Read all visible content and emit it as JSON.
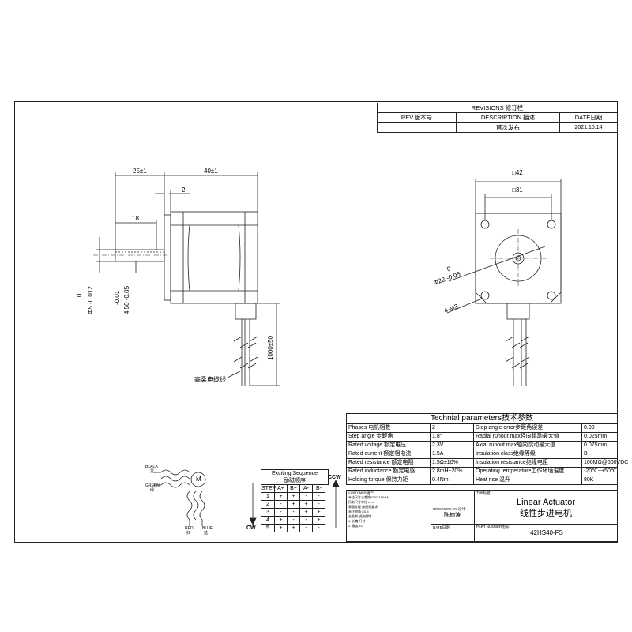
{
  "revisions": {
    "title": "REVISIONS 修订栏",
    "rev_header": "REV.版本号",
    "desc_header": "DESCRIPTION 描述",
    "date_header": "DATE日期",
    "rows": [
      {
        "rev": "",
        "desc": "首次发布",
        "date": "2021.10.14"
      }
    ]
  },
  "side_view": {
    "dim_25": "25±1",
    "dim_40": "40±1",
    "dim_2": "2",
    "dim_18": "18",
    "dim_shaft_a": "0",
    "dim_shaft_b": "Φ5 -0.012",
    "dim_flat_a": "-0.01",
    "dim_flat_b": "4.50 -0.05",
    "dim_cable": "1000±50",
    "cable_label": "高柔电缆线"
  },
  "front_view": {
    "dim_42": "□42",
    "dim_31": "□31",
    "dim_boss_a": "0",
    "dim_boss_b": "Φ22 -0.05",
    "hole_label": "4-M3"
  },
  "wiring": {
    "black": "BLACK",
    "black_cn": "黑",
    "green": "GREEN",
    "green_cn": "绿",
    "red": "RED",
    "red_cn": "红",
    "blue": "BLUE",
    "blue_cn": "蓝",
    "motor": "M"
  },
  "sequence": {
    "title": "Exciting Sequence",
    "title_cn": "励磁顺序",
    "headers": [
      "STEP",
      "A+",
      "B+",
      "A-",
      "B-"
    ],
    "rows": [
      [
        "1",
        "+",
        "+",
        "-",
        "-"
      ],
      [
        "2",
        "-",
        "+",
        "+",
        "-"
      ],
      [
        "3",
        "-",
        "-",
        "+",
        "+"
      ],
      [
        "4",
        "+",
        "-",
        "-",
        "+"
      ],
      [
        "5",
        "+",
        "+",
        "-",
        "-"
      ]
    ],
    "ccw": "CCW",
    "cw": "CW"
  },
  "params": {
    "title": "Technial parameters技术参数",
    "rows": [
      [
        "Phases 电机相数",
        "2",
        "Step angle error步距角误差",
        "0.09"
      ],
      [
        "Step angle 步距角",
        "1.8°",
        "Radial runout max径向跳动最大值",
        "0.025mm"
      ],
      [
        "Rated voltage 额定电压",
        "2.3V",
        "Axial runout max轴向跳动最大值",
        "0.075mm"
      ],
      [
        "Rated current 额定相电流",
        "1.5A",
        "Insulation class绝缘等级",
        "B"
      ],
      [
        "Rated resistance 额定电阻",
        "1.5Ω±10%",
        "Insulation resistance绝缘电阻",
        "100MΩ@500VDC"
      ],
      [
        "Rated inductance 额定电感",
        "2.8mH±20%",
        "Operating temperature工作环境温度",
        "-20℃~+50℃"
      ],
      [
        "Holding torque 保持力矩",
        "0.4Nm",
        "Heat rise 温升",
        "80K"
      ]
    ]
  },
  "title_block": {
    "customer_label": "CUSTOMER 客户:",
    "title_label": "Title标题:",
    "title_en": "Linear Actuator",
    "title_cn": "线性步进电机",
    "designed_label": "DESIGNED BY 设计:",
    "designer": "陈楠涛",
    "date_label": "DATE日期:",
    "part_label": "PART NUMBER图号:",
    "part_number": "42HS40-FS"
  },
  "notes": [
    "未注尺寸公差按 GB/T1804-M",
    "所有尺寸单位 mm",
    "表面处理 按图纸要求",
    "未注倒角 C0.5",
    "去毛刺 锐边倒钝",
    "1. 长度 尺寸",
    "2. 角度 ±1°"
  ]
}
